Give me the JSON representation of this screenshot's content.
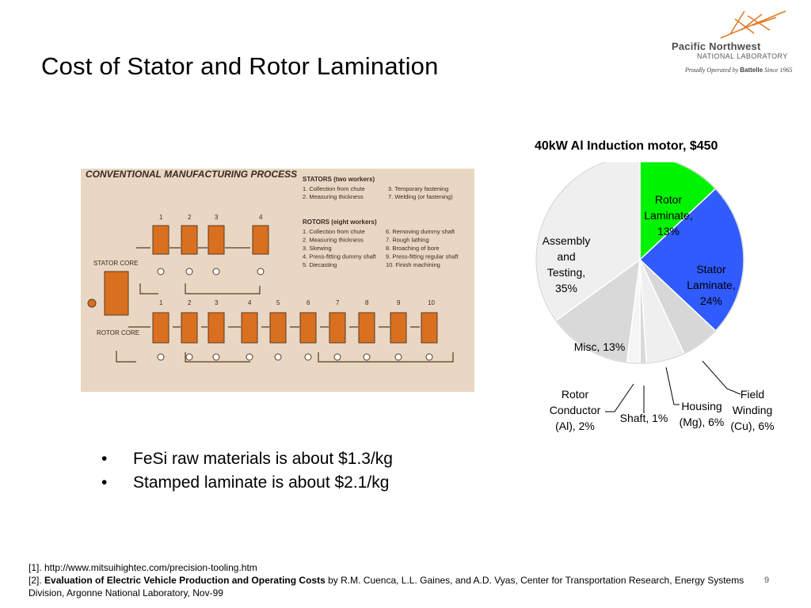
{
  "slide": {
    "title": "Cost of Stator and Rotor Lamination",
    "page_number": "9"
  },
  "logo": {
    "name": "Pacific Northwest",
    "subtitle": "NATIONAL LABORATORY",
    "tagline_prefix": "Proudly Operated by ",
    "tagline_brand": "Battelle",
    "tagline_suffix": " Since 1965"
  },
  "process_image": {
    "heading": "CONVENTIONAL MANUFACTURING PROCESS",
    "stators_title": "STATORS",
    "stators_note": "(two workers)",
    "stators_steps": [
      "1. Collection from chute",
      "2. Measuring thickness",
      "3. Temporary fastening",
      "7. Welding (or fastening)"
    ],
    "rotors_title": "ROTORS",
    "rotors_note": "(eight workers)",
    "rotors_steps": [
      "1. Collection from chute",
      "2. Measuring thickness",
      "3. Skewing",
      "4. Press-fitting dummy shaft",
      "5. Diecasting",
      "6. Removing dummy shaft",
      "7. Rough lathing",
      "8. Broaching of bore",
      "9. Press-fitting regular shaft",
      "10. Finish machining"
    ],
    "stator_core_label": "STATOR CORE",
    "rotor_core_label": "ROTOR CORE",
    "stator_numbers": [
      "1",
      "2",
      "3",
      "4"
    ],
    "rotor_numbers": [
      "1",
      "2",
      "3",
      "4",
      "5",
      "6",
      "7",
      "8",
      "9",
      "10"
    ]
  },
  "chart_data": {
    "type": "pie",
    "title": "40kW Al Induction motor, $450",
    "slices": [
      {
        "label_lines": [
          "Rotor",
          "Laminate,",
          "13%"
        ],
        "value": 13,
        "color": "#00f300"
      },
      {
        "label_lines": [
          "Stator",
          "Laminate,",
          "24%"
        ],
        "value": 24,
        "color": "#2f5bff"
      },
      {
        "label_lines": [
          "Field",
          "Winding",
          "(Cu), 6%"
        ],
        "value": 6,
        "color": "#d7d7d7"
      },
      {
        "label_lines": [
          "Housing",
          "(Mg), 6%"
        ],
        "value": 6,
        "color": "#efefef"
      },
      {
        "label_lines": [
          "Shaft, 1%"
        ],
        "value": 1,
        "color": "#d9d9d9"
      },
      {
        "label_lines": [
          "Rotor",
          "Conductor",
          "(Al), 2%"
        ],
        "value": 2,
        "color": "#f5f5f5"
      },
      {
        "label_lines": [
          "Misc, 13%"
        ],
        "value": 13,
        "color": "#d9d9d9"
      },
      {
        "label_lines": [
          "Assembly",
          "and",
          "Testing,",
          "35%"
        ],
        "value": 35,
        "color": "#efefef"
      }
    ]
  },
  "bullets": [
    "FeSi raw materials is about $1.3/kg",
    "Stamped laminate is about $2.1/kg"
  ],
  "references": {
    "ref1": "[1]. http://www.mitsuihightec.com/precision-tooling.htm",
    "ref2_prefix": "[2]. ",
    "ref2_title": "Evaluation of Electric Vehicle Production and Operating Costs",
    "ref2_rest": "  by R.M. Cuenca, L.L. Gaines, and A.D. Vyas, Center for Transportation Research, Energy Systems Division, Argonne National Laboratory, Nov-99"
  }
}
